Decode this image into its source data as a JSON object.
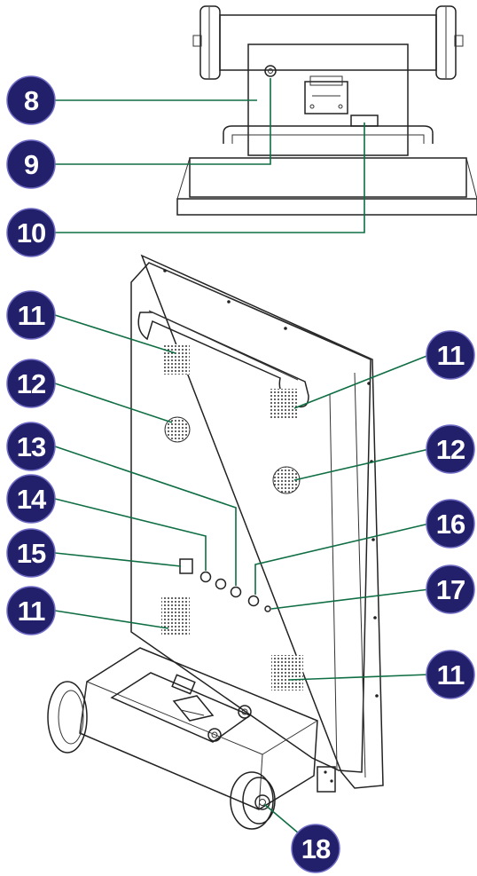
{
  "callouts": {
    "c8": "8",
    "c9": "9",
    "c10": "10",
    "c11": "11",
    "c12": "12",
    "c13": "13",
    "c14": "14",
    "c15": "15",
    "c16": "16",
    "c17": "17",
    "c18": "18"
  },
  "colors": {
    "badge_fill": "#23206b",
    "badge_rim": "#6f6cc4",
    "leader_line": "#0f6e43",
    "line_art": "#222222"
  }
}
